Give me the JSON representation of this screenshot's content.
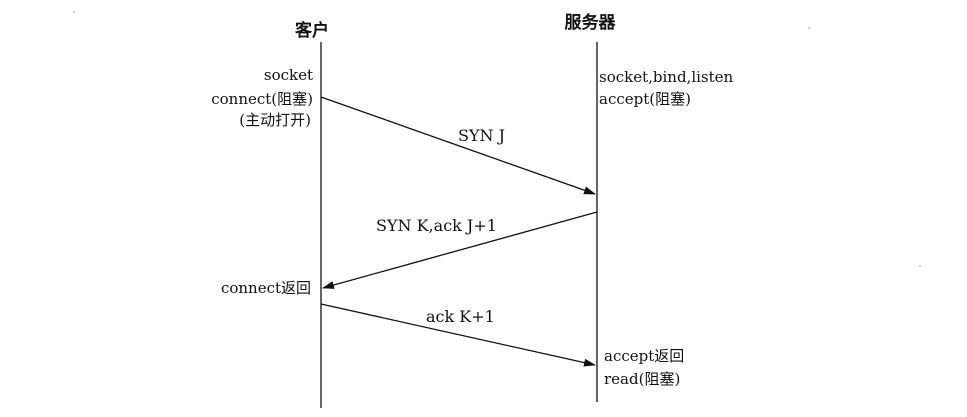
{
  "headers": {
    "client": "客户",
    "server": "服务器"
  },
  "client_labels": {
    "socket": "socket",
    "connect_block": "connect(阻塞)",
    "active_open": "(主动打开)",
    "connect_return": "connect返回"
  },
  "server_labels": {
    "socket_bind_listen": "socket,bind,listen",
    "accept_block": "accept(阻塞)",
    "accept_return": "accept返回",
    "read_block": "read(阻塞)"
  },
  "messages": {
    "syn_j": "SYN J",
    "syn_k_ack": "SYN K,ack J+1",
    "ack_k": "ack K+1"
  }
}
